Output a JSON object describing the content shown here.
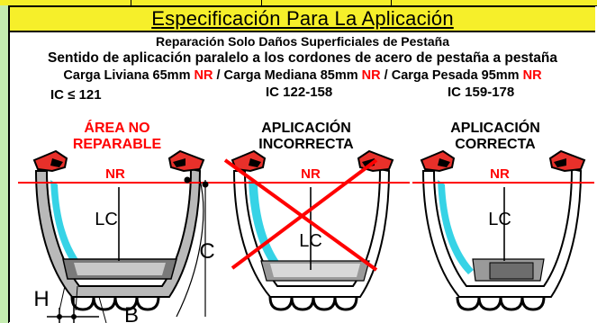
{
  "title": "Especificación Para La Aplicación",
  "subtitle_1": "Reparación Solo Daños Superficiales de Pestaña",
  "subtitle_2": "Sentido de aplicación paralelo a los cordones de acero  de pestaña a pestaña",
  "loads": [
    {
      "label": "Carga Liviana 65mm ",
      "nr": "NR",
      "sep": " / "
    },
    {
      "label": "Carga Mediana 85mm ",
      "nr": "NR",
      "sep": " / "
    },
    {
      "label": "Carga Pesada 95mm ",
      "nr": "NR",
      "sep": ""
    }
  ],
  "ic_ranges": [
    "IC ≤ 121",
    "IC 122-158",
    "IC 159-178"
  ],
  "panels": [
    {
      "line1": "ÁREA NO",
      "line2": "REPARABLE",
      "color": "#ff0000"
    },
    {
      "line1": "APLICACIÓN",
      "line2": "INCORRECTA",
      "color": "#000000"
    },
    {
      "line1": "APLICACIÓN",
      "line2": "CORRECTA",
      "color": "#000000"
    }
  ],
  "diagram_labels": {
    "nr": "NR",
    "lc": "LC",
    "c": "C",
    "h": "H",
    "b": "B"
  },
  "colors": {
    "header_yellow": "#f6ef2a",
    "side_green": "#c4ecb0",
    "tire_gray": "#b9b9b9",
    "liner_cyan": "#36d3e6",
    "bead_red": "#e8302a",
    "nr_line": "#ff0000"
  }
}
